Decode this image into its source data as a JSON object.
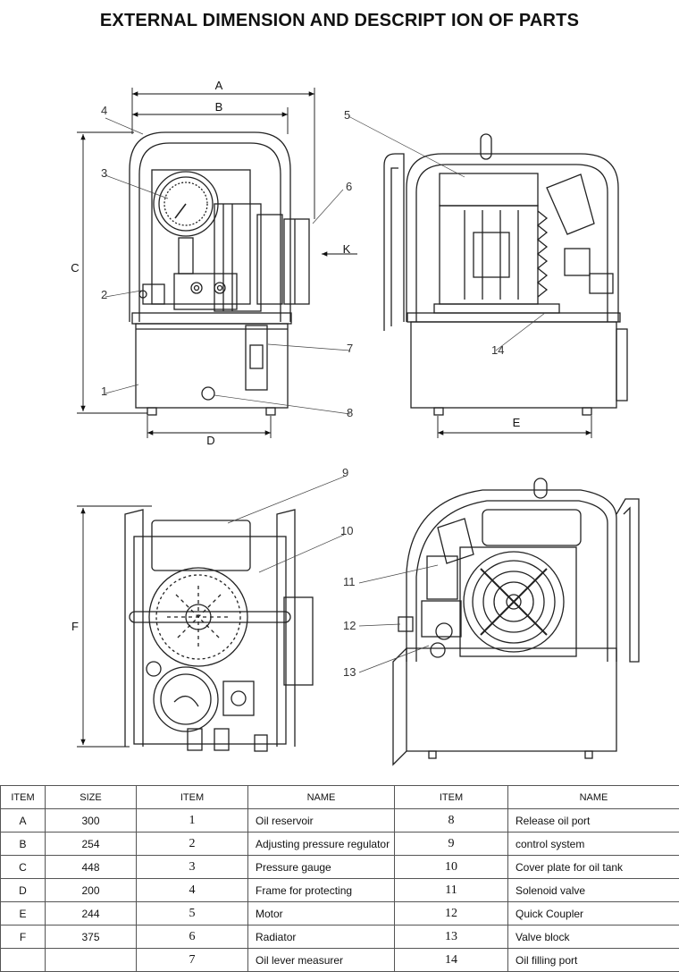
{
  "title": "EXTERNAL DIMENSION AND DESCRIPT ION OF PARTS",
  "dimensions": [
    "A",
    "B",
    "C",
    "D",
    "E",
    "F",
    "K"
  ],
  "callouts": [
    "1",
    "2",
    "3",
    "4",
    "5",
    "6",
    "7",
    "8",
    "9",
    "10",
    "11",
    "12",
    "13",
    "14"
  ],
  "table": {
    "headers": {
      "item": "ITEM",
      "size": "SIZE",
      "item2": "ITEM",
      "name": "NAME",
      "item3": "ITEM",
      "name2": "NAME"
    },
    "rows": [
      {
        "dim": "A",
        "size": "300",
        "no1": "1",
        "name1": "Oil reservoir",
        "no2": "8",
        "name2": "Release oil port"
      },
      {
        "dim": "B",
        "size": "254",
        "no1": "2",
        "name1": "Adjusting pressure regulator",
        "no2": "9",
        "name2": "control system"
      },
      {
        "dim": "C",
        "size": "448",
        "no1": "3",
        "name1": "Pressure gauge",
        "no2": "10",
        "name2": "Cover plate for oil tank"
      },
      {
        "dim": "D",
        "size": "200",
        "no1": "4",
        "name1": "Frame for protecting",
        "no2": "11",
        "name2": "Solenoid valve"
      },
      {
        "dim": "E",
        "size": "244",
        "no1": "5",
        "name1": "Motor",
        "no2": "12",
        "name2": "Quick Coupler"
      },
      {
        "dim": "F",
        "size": "375",
        "no1": "6",
        "name1": "Radiator",
        "no2": "13",
        "name2": "Valve block"
      },
      {
        "dim": "",
        "size": "",
        "no1": "7",
        "name1": "Oil lever measurer",
        "no2": "14",
        "name2": "Oil filling port"
      }
    ]
  }
}
